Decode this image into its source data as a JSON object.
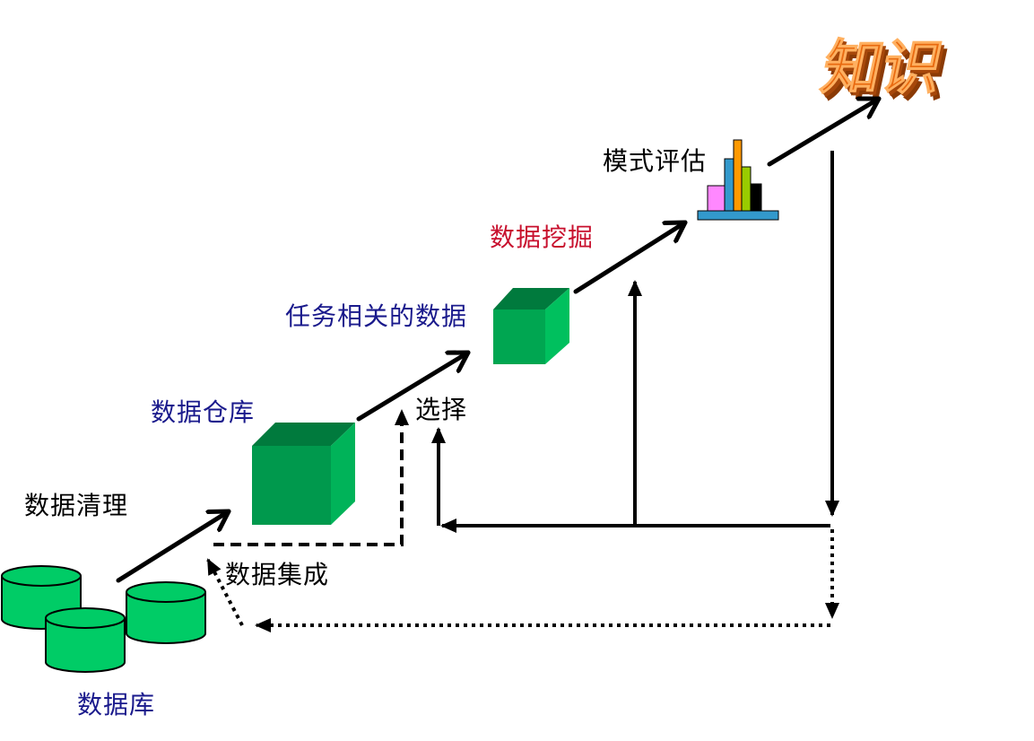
{
  "labels": {
    "database": "数据库",
    "cleaning": "数据清理",
    "integration": "数据集成",
    "warehouse": "数据仓库",
    "selection": "选择",
    "task_relevant": "任务相关的数据",
    "mining": "数据挖掘",
    "evaluation": "模式评估",
    "knowledge": "知识"
  },
  "colors": {
    "database_fill": "#00cc66",
    "cube_front": "#00994d",
    "cube_top": "#007a3d",
    "cube_side": "#00b359",
    "small_cube_front": "#00a651",
    "small_cube_side": "#00c05e",
    "arrow": "#000000",
    "label_blue": "#1a1a8c",
    "label_red": "#c8102e",
    "knowledge_fill": "#e86a10",
    "knowledge_shadow": "#8a3a05",
    "bar_pink": "#ff88ff",
    "bar_blue": "#3399cc",
    "bar_orange": "#ff9900",
    "bar_olive": "#99cc00",
    "bar_black": "#000000",
    "bar_base": "#3399cc"
  },
  "icons": {
    "database": "cylinder-stack-icon",
    "warehouse": "cube-icon",
    "task_data": "cube-icon",
    "evaluation": "bar-chart-icon",
    "knowledge": "3d-text-logo"
  }
}
